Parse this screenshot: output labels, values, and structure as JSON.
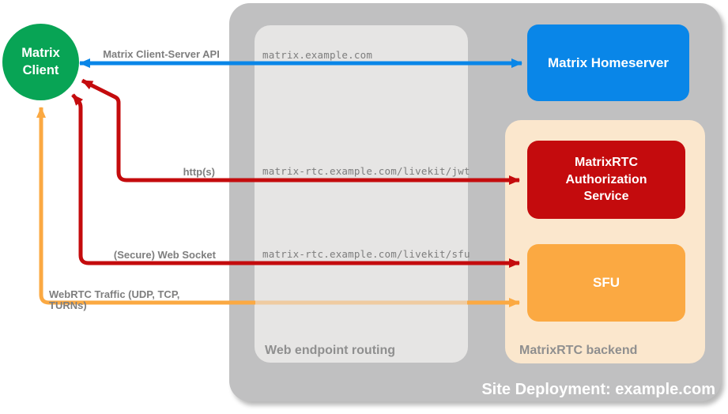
{
  "client_node": {
    "label": "Matrix\nClient"
  },
  "deployment": {
    "title": "Site Deployment: example.com"
  },
  "groups": {
    "web_routing": {
      "label": "Web endpoint routing"
    },
    "rtc_backend": {
      "label": "MatrixRTC backend"
    }
  },
  "nodes": {
    "homeserver": {
      "label": "Matrix Homeserver",
      "color": "#0986e8"
    },
    "auth_service": {
      "label": "MatrixRTC\nAuthorization\nService",
      "color": "#c40b0d"
    },
    "sfu": {
      "label": "SFU",
      "color": "#fba942"
    }
  },
  "connections": [
    {
      "label": "Matrix Client-Server API",
      "route": "matrix.example.com",
      "color": "#0986e8",
      "from": "Matrix Client",
      "to": "Matrix Homeserver",
      "bidirectional": true
    },
    {
      "label": "http(s)",
      "route": "matrix-rtc.example.com/livekit/jwt",
      "color": "#c40b0d",
      "from": "Matrix Client",
      "to": "MatrixRTC Authorization Service",
      "bidirectional": true
    },
    {
      "label": "(Secure) Web Socket",
      "route": "matrix-rtc.example.com/livekit/sfu",
      "color": "#c40b0d",
      "from": "Matrix Client",
      "to": "SFU",
      "bidirectional": true
    },
    {
      "label": "WebRTC Traffic (UDP, TCP, TURNs)",
      "route": "",
      "color": "#fba942",
      "from": "Matrix Client",
      "to": "SFU",
      "bidirectional": true
    }
  ],
  "palette": {
    "outer_group_fill": "#c0c0c1",
    "routing_group_fill": "#e6e5e4",
    "backend_group_fill": "#fbe7cd",
    "label_gray": "#7e7e7e"
  }
}
